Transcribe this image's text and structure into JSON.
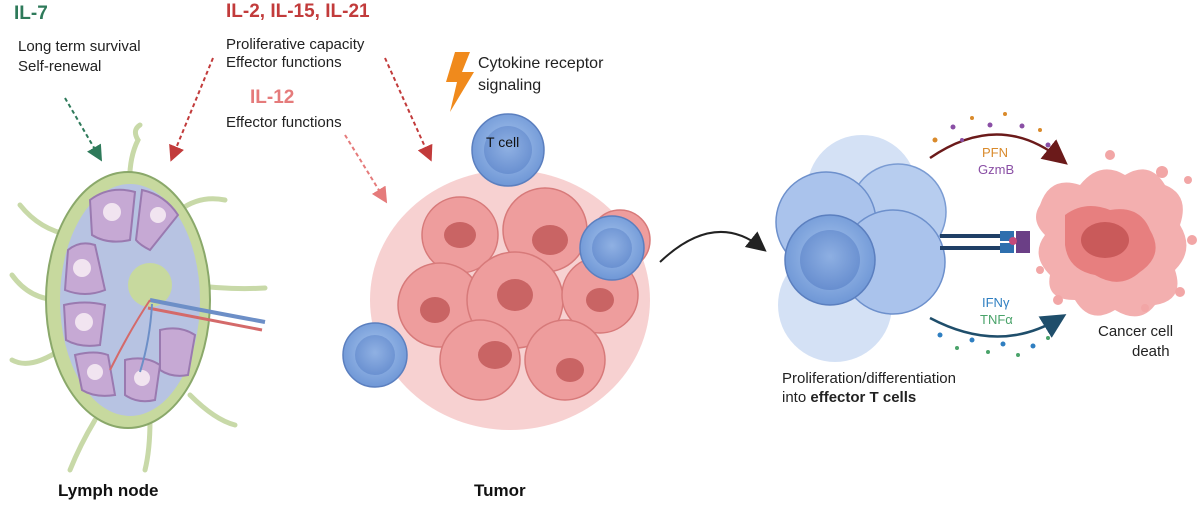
{
  "cytokines": {
    "il7": {
      "title": "IL-7",
      "line1": "Long term survival",
      "line2": "Self-renewal",
      "color": "#2e7a5a"
    },
    "il2": {
      "title": "IL-2, IL-15, IL-21",
      "line1": "Proliferative capacity",
      "line2": "Effector functions",
      "color": "#c23b3b"
    },
    "il12": {
      "title": "IL-12",
      "line1": "Effector functions",
      "color": "#e57b7b"
    }
  },
  "signaling": {
    "line1": "Cytokine receptor",
    "line2": "signaling",
    "icon": "lightning-icon",
    "color": "#f08a1c"
  },
  "tcell_label": "T cell",
  "captions": {
    "lymph_node": "Lymph node",
    "tumor": "Tumor"
  },
  "effector": {
    "line1": "Proliferation/differentiation",
    "line2_prefix": "into ",
    "line2_bold": "effector T cells"
  },
  "molecules": {
    "pfn": {
      "label": "PFN",
      "color": "#d98a2b"
    },
    "gzmb": {
      "label": "GzmB",
      "color": "#8a4fa5"
    },
    "ifng": {
      "label": "IFNγ",
      "color": "#2f7fc1"
    },
    "tnfa": {
      "label": "TNFα",
      "color": "#4aa36a"
    }
  },
  "outcome": {
    "line1": "Cancer cell",
    "line2": "death"
  }
}
